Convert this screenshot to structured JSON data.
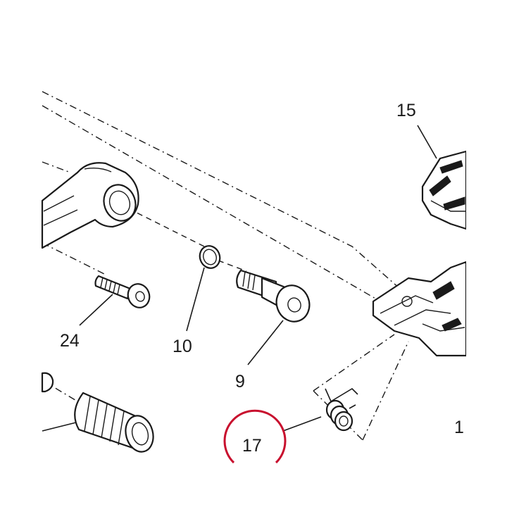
{
  "diagram": {
    "callouts": {
      "c15": "15",
      "c24": "24",
      "c10": "10",
      "c9": "9",
      "c17": "17",
      "c1x": "1"
    },
    "highlight": {
      "target": "17",
      "color": "#c8102e"
    },
    "line_color": "#1a1a1a",
    "background": "#ffffff"
  }
}
